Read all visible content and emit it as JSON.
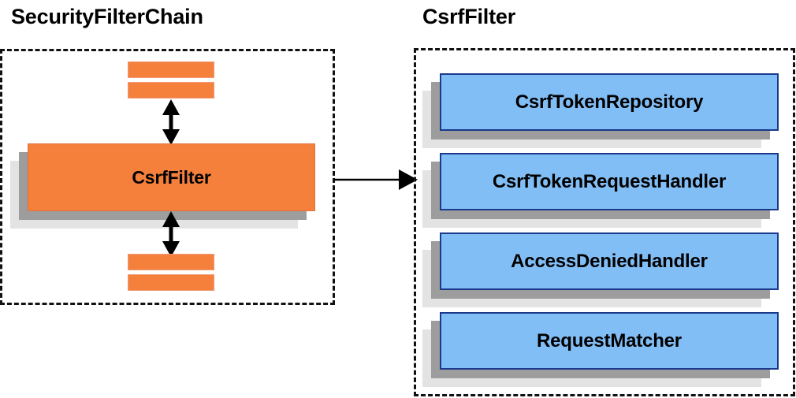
{
  "diagram": {
    "title_left": "SecurityFilterChain",
    "title_right": "CsrfFilter",
    "colors": {
      "orange_fill": "#f4803c",
      "orange_border": "#e0703a",
      "blue_fill": "#82bef6",
      "blue_border": "#1b3a8c",
      "shadow_near": "#9d9d9d",
      "shadow_far": "#e3e3e3",
      "dashed_border": "#111111",
      "arrow": "#000000",
      "text": "#000000",
      "background": "#ffffff"
    }
  },
  "left_panel": {
    "title": "SecurityFilterChain",
    "filter_box_label": "CsrfFilter",
    "top_bars": [
      {
        "name": "filter-bar-top-1"
      },
      {
        "name": "filter-bar-top-2"
      }
    ],
    "bottom_bars": [
      {
        "name": "filter-bar-bottom-1"
      },
      {
        "name": "filter-bar-bottom-2"
      }
    ],
    "arrows": [
      {
        "name": "bidirectional-arrow-above-csrffilter",
        "direction": "both"
      },
      {
        "name": "bidirectional-arrow-below-csrffilter",
        "direction": "both"
      }
    ]
  },
  "connector": {
    "name": "csrffilter-expansion-arrow",
    "direction": "right"
  },
  "right_panel": {
    "title": "CsrfFilter",
    "collaborators": [
      {
        "label": "CsrfTokenRepository"
      },
      {
        "label": "CsrfTokenRequestHandler"
      },
      {
        "label": "AccessDeniedHandler"
      },
      {
        "label": "RequestMatcher"
      }
    ]
  }
}
